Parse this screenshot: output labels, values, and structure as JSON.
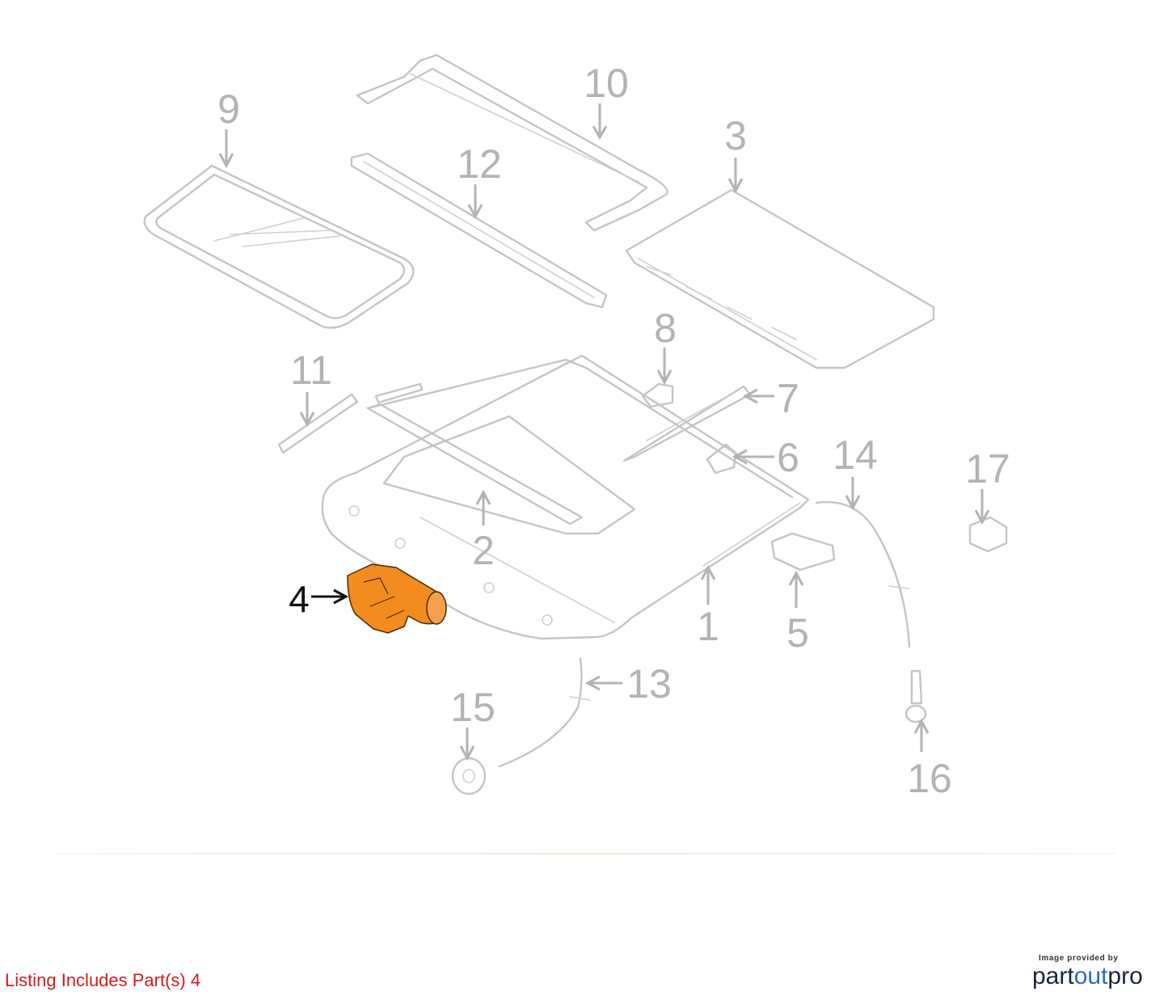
{
  "diagram": {
    "callouts": [
      "1",
      "2",
      "3",
      "4",
      "5",
      "6",
      "7",
      "8",
      "9",
      "10",
      "11",
      "12",
      "13",
      "14",
      "15",
      "16",
      "17"
    ],
    "highlighted_part": "4",
    "highlight_color": "#f28c1e",
    "part_color": "#c4c4c4"
  },
  "footer": {
    "listing_note": "Listing Includes Part(s) 4",
    "credit_small": "Image provided by",
    "credit_brand_a": "part",
    "credit_brand_b": "out",
    "credit_brand_c": "pro"
  }
}
